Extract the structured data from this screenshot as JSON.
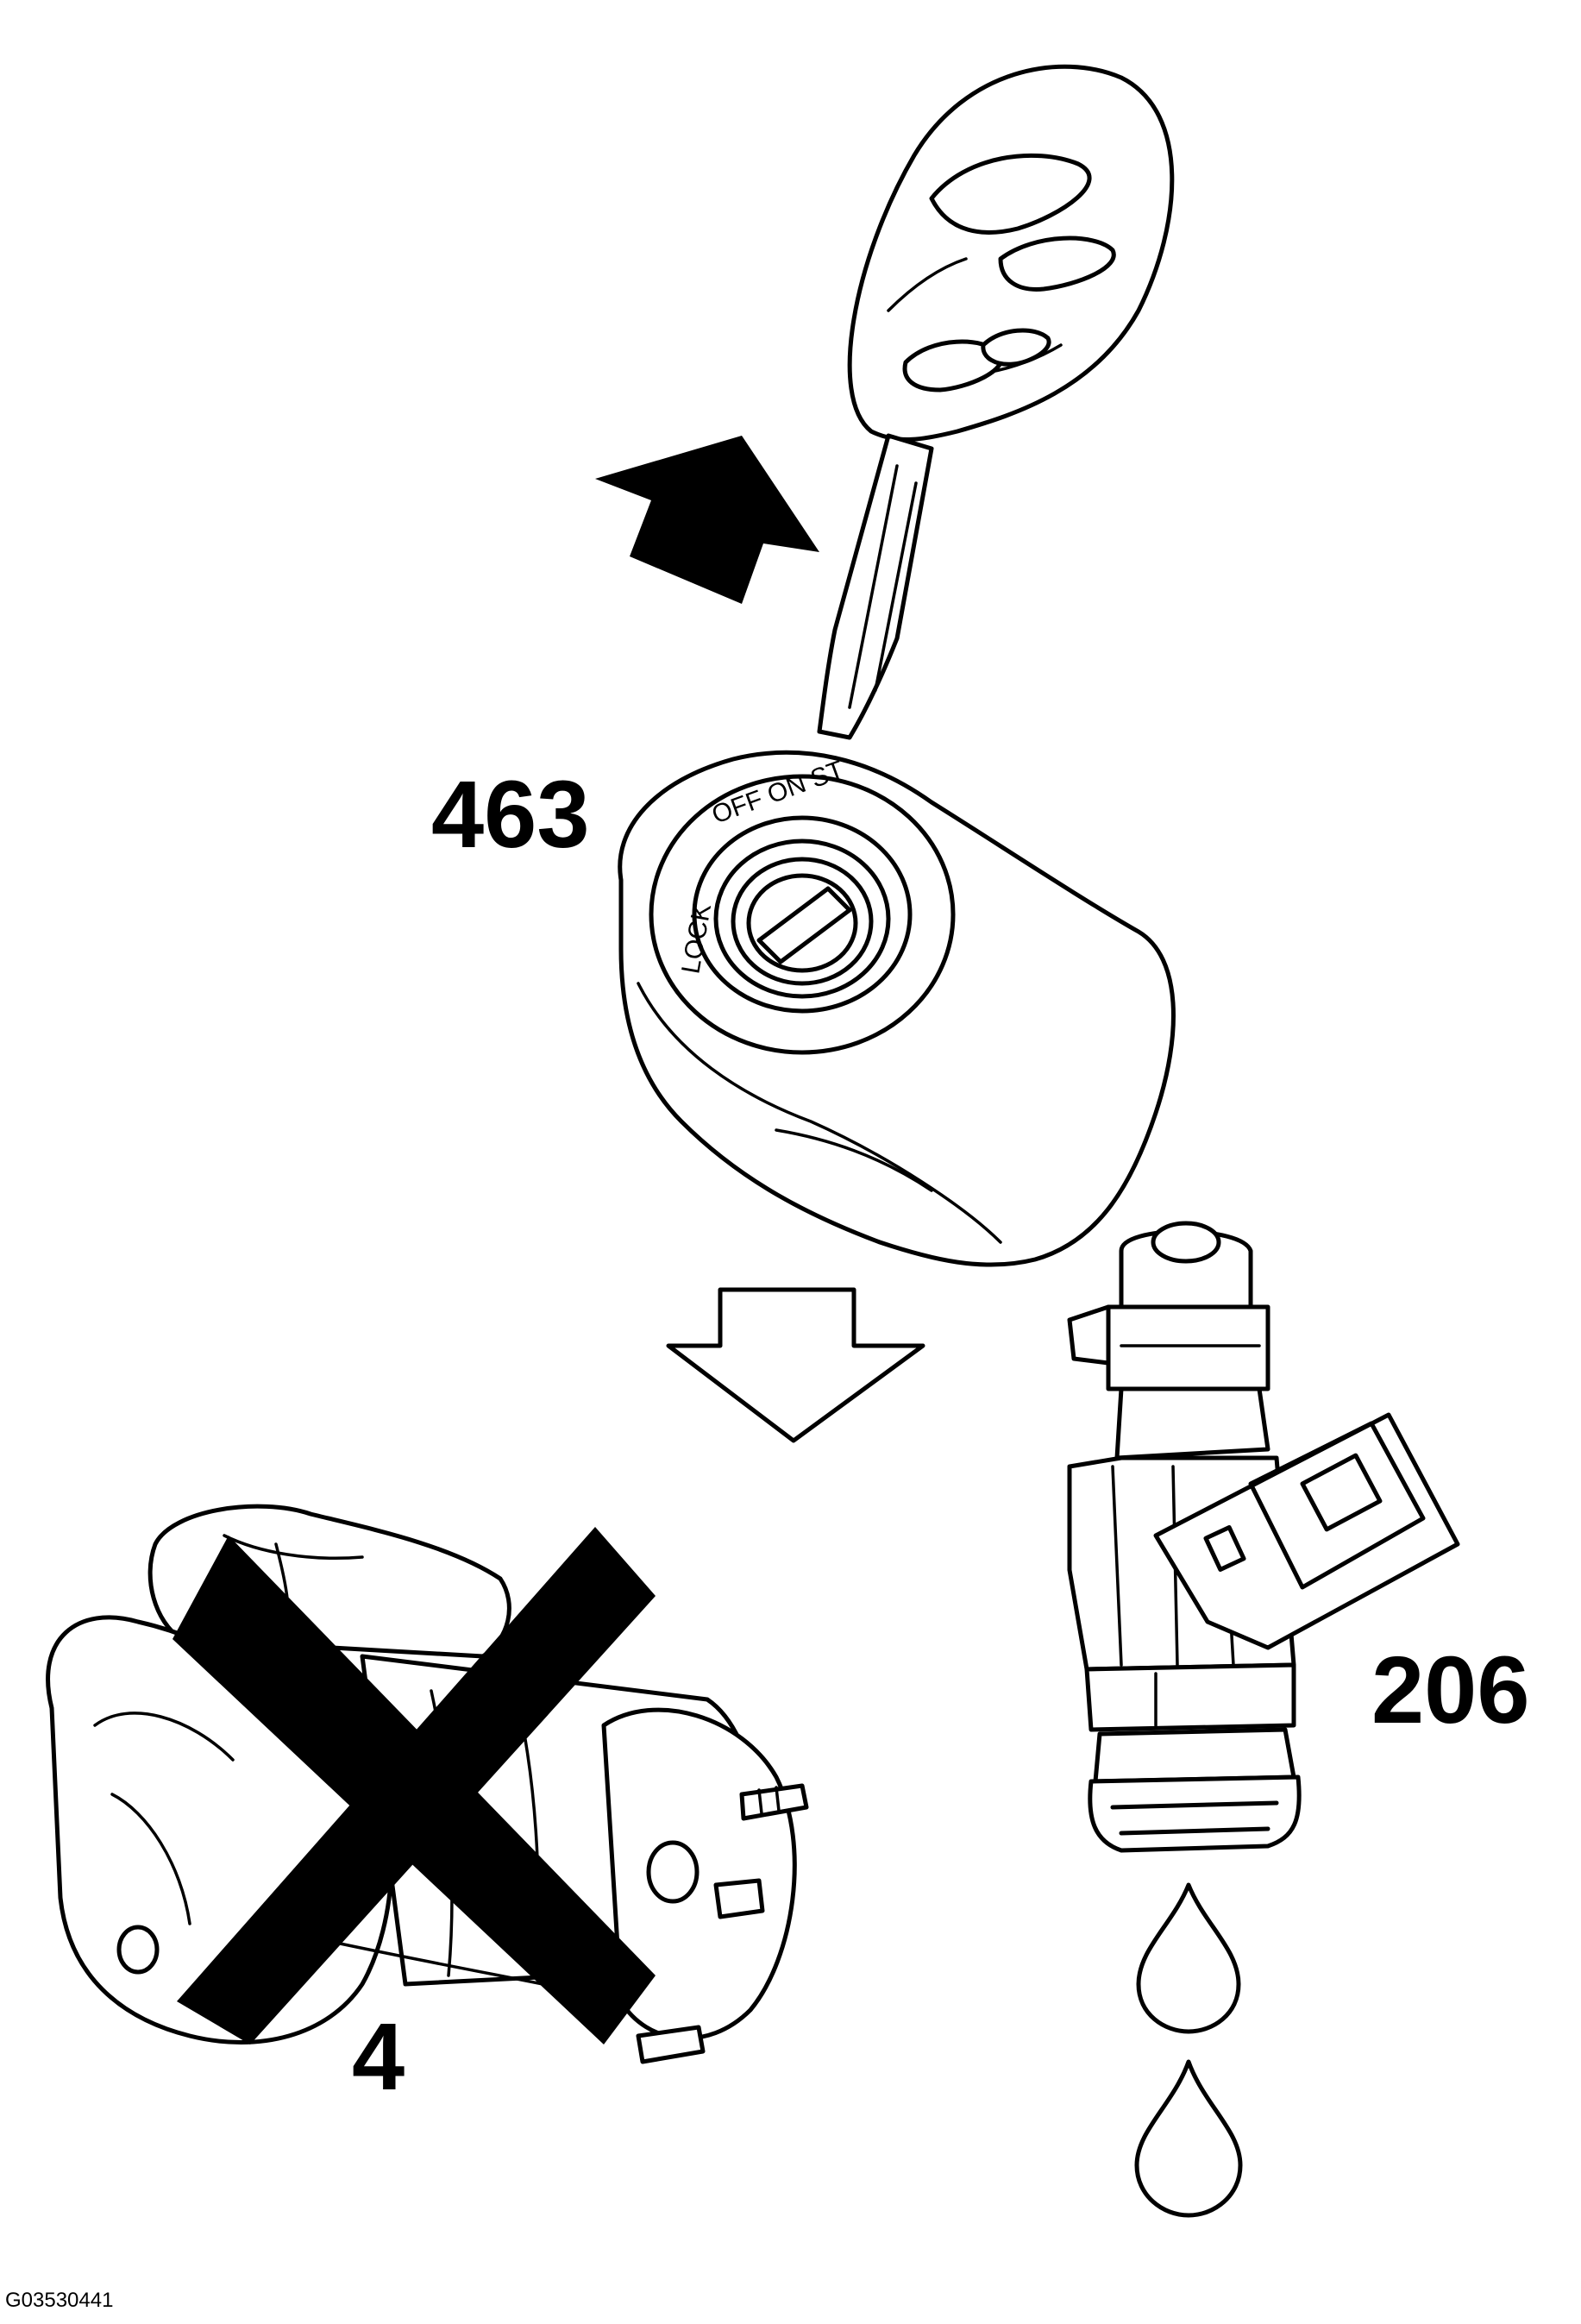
{
  "labels": {
    "ignition_switch": "463",
    "injector": "206",
    "starter_motor": "4",
    "figure_id": "G03530441"
  },
  "dial": {
    "lock": "LOCK",
    "off_on_st": "OFF ON ST"
  },
  "colors": {
    "ink": "#000000",
    "paper": "#ffffff"
  }
}
